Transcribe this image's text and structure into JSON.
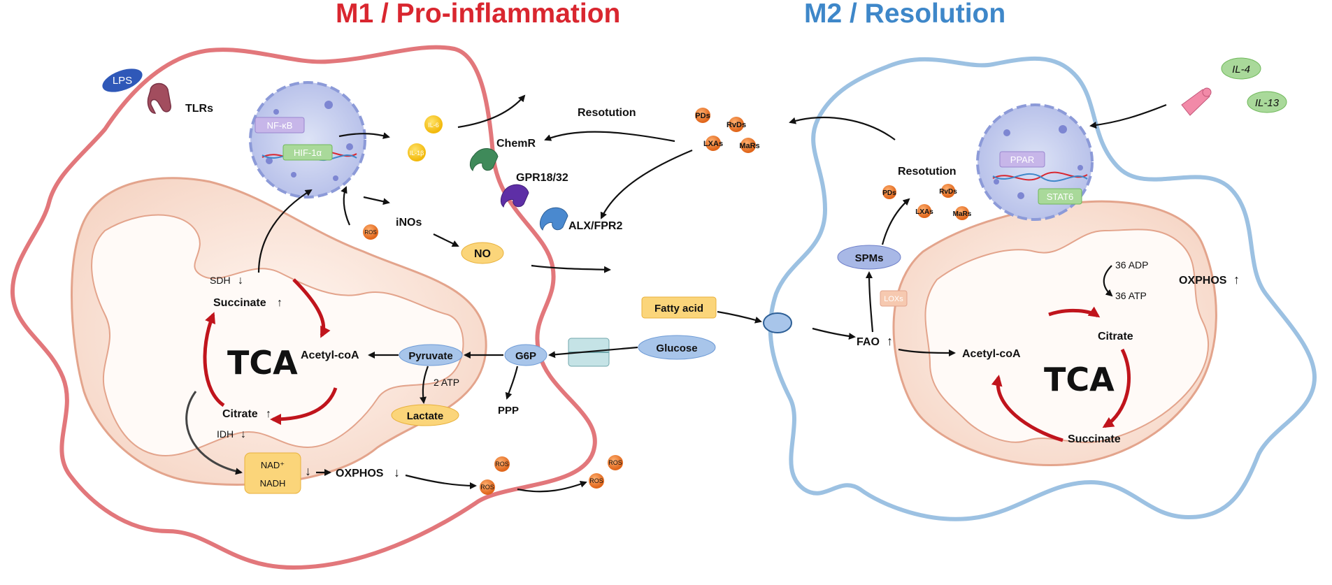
{
  "titles": {
    "m1": "M1 / Pro-inflammation",
    "m2": "M2 / Resolution"
  },
  "colors": {
    "m1": "#d9262f",
    "m2": "#3e87c9"
  },
  "m1": {
    "lps": "LPS",
    "tlrs": "TLRs",
    "nfkb": "NF-κB",
    "hif": "HIF-1α",
    "ros_nucleus": "ROS",
    "il6": "IL-6",
    "il1b": "IL-1β",
    "inos": "iNOs",
    "no": "NO",
    "sdh": "SDH",
    "succinate": "Succinate",
    "tca": "TCA",
    "acetyl": "Acetyl-coA",
    "citrate": "Citrate",
    "idh": "IDH",
    "nad": "NAD⁺",
    "nadh": "NADH",
    "oxphos": "OXPHOS",
    "pyruvate": "Pyruvate",
    "atp": "2 ATP",
    "lactate": "Lactate",
    "g6p": "G6P",
    "ppp": "PPP",
    "glucose": "Glucose",
    "ros1": "ROS",
    "ros2": "ROS",
    "ros3": "ROS",
    "ros4": "ROS"
  },
  "middle": {
    "resolution_label": "Resotution",
    "pds": "PDs",
    "rvds": "RvDs",
    "lxas": "LXAs",
    "mars": "MaRs",
    "chemr": "ChemR",
    "gpr": "GPR18/32",
    "alx": "ALX/FPR2",
    "fatty_acid": "Fatty acid"
  },
  "m2": {
    "il4": "IL-4",
    "il13": "IL-13",
    "ppar": "PPAR",
    "stat6": "STAT6",
    "resolution": "Resotution",
    "pds": "PDs",
    "rvds": "RvDs",
    "lxas": "LXAs",
    "mars": "MaRs",
    "spms": "SPMs",
    "loxs": "LOXs",
    "fao": "FAO",
    "adp": "36 ADP",
    "atp": "36 ATP",
    "oxphos": "OXPHOS",
    "citrate": "Citrate",
    "acetyl": "Acetyl-coA",
    "tca": "TCA",
    "succinate": "Succinate"
  }
}
